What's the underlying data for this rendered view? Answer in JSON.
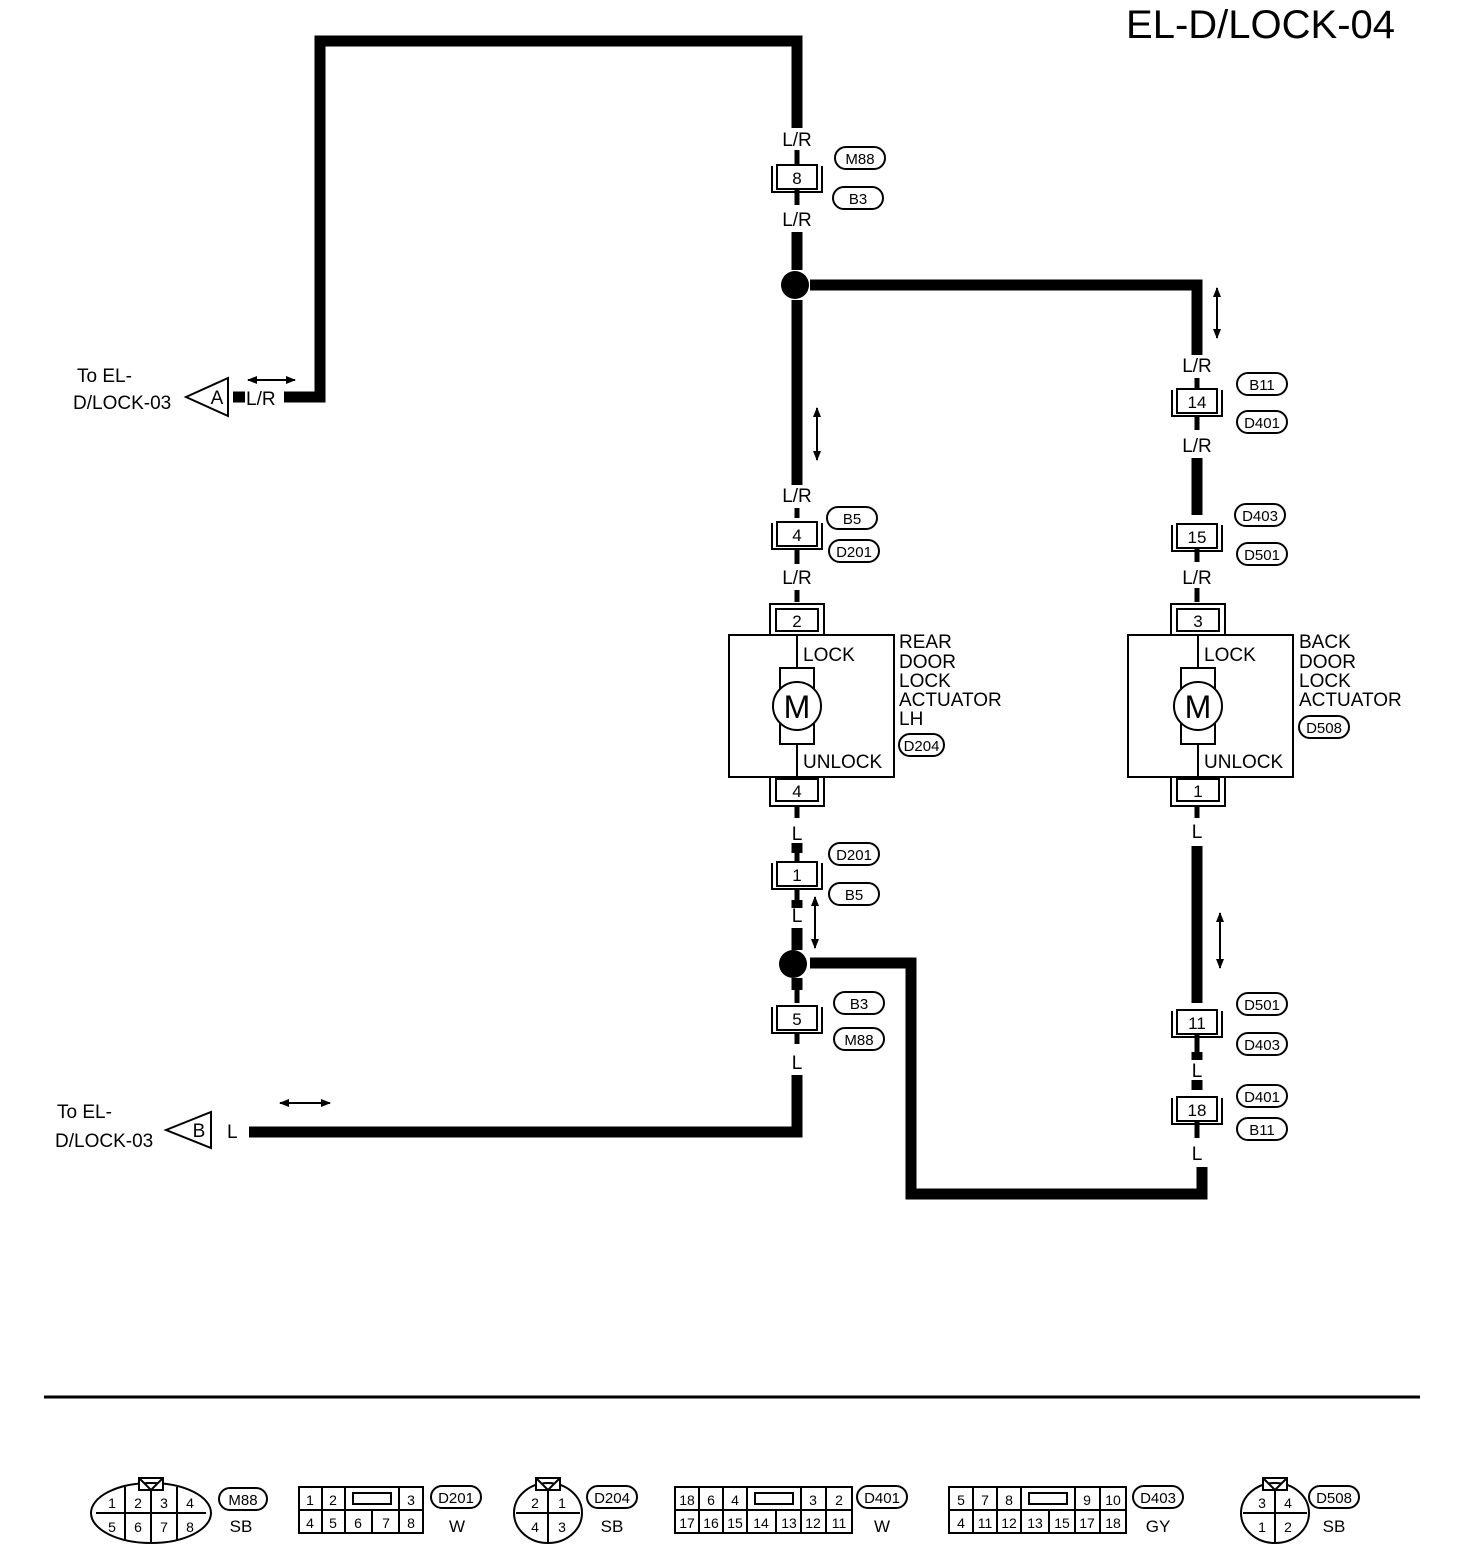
{
  "title": "EL-D/LOCK-04",
  "wire_colors": {
    "lr": "L/R",
    "l": "L"
  },
  "offpage": [
    {
      "letter": "A",
      "line1": "To EL-",
      "line2": "D/LOCK-03",
      "wire": "L/R"
    },
    {
      "letter": "B",
      "line1": "To EL-",
      "line2": "D/LOCK-03",
      "wire": "L"
    }
  ],
  "connectors": {
    "c8": {
      "pin": "8",
      "tags": [
        "M88",
        "B3"
      ]
    },
    "c4": {
      "pin": "4",
      "tags": [
        "B5",
        "D201"
      ]
    },
    "c14": {
      "pin": "14",
      "tags": [
        "B11",
        "D401"
      ]
    },
    "c15": {
      "pin": "15",
      "tags": [
        "D403",
        "D501"
      ]
    },
    "c1": {
      "pin": "1",
      "tags": [
        "D201",
        "B5"
      ]
    },
    "c5": {
      "pin": "5",
      "tags": [
        "B3",
        "M88"
      ]
    },
    "c11": {
      "pin": "11",
      "tags": [
        "D501",
        "D403"
      ]
    },
    "c18": {
      "pin": "18",
      "tags": [
        "D401",
        "B11"
      ]
    }
  },
  "actuators": [
    {
      "lines": [
        "REAR",
        "DOOR",
        "LOCK",
        "ACTUATOR",
        "LH"
      ],
      "tag": "D204",
      "pin_top": "2",
      "pin_bottom": "4",
      "lock": "LOCK",
      "unlock": "UNLOCK",
      "motor": "M"
    },
    {
      "lines": [
        "BACK",
        "DOOR",
        "LOCK",
        "ACTUATOR"
      ],
      "tag": "D508",
      "pin_top": "3",
      "pin_bottom": "1",
      "lock": "LOCK",
      "unlock": "UNLOCK",
      "motor": "M"
    }
  ],
  "legend": [
    {
      "id": "M88",
      "color": "SB",
      "top": [
        "1",
        "2",
        "3",
        "4"
      ],
      "bottom": [
        "5",
        "6",
        "7",
        "8"
      ]
    },
    {
      "id": "D201",
      "color": "W",
      "top": [
        "1",
        "2",
        "3"
      ],
      "bottom": [
        "4",
        "5",
        "6",
        "7",
        "8"
      ]
    },
    {
      "id": "D204",
      "color": "SB",
      "top": [
        "2",
        "1"
      ],
      "bottom": [
        "4",
        "3"
      ]
    },
    {
      "id": "D401",
      "color": "W",
      "top": [
        "18",
        "6",
        "4",
        "3",
        "2"
      ],
      "bottom": [
        "17",
        "16",
        "15",
        "14",
        "13",
        "12",
        "11"
      ]
    },
    {
      "id": "D403",
      "color": "GY",
      "top": [
        "5",
        "7",
        "8",
        "9",
        "10"
      ],
      "bottom": [
        "4",
        "11",
        "12",
        "13",
        "15",
        "17",
        "18"
      ]
    },
    {
      "id": "D508",
      "color": "SB",
      "top": [
        "3",
        "4"
      ],
      "bottom": [
        "1",
        "2"
      ]
    }
  ]
}
